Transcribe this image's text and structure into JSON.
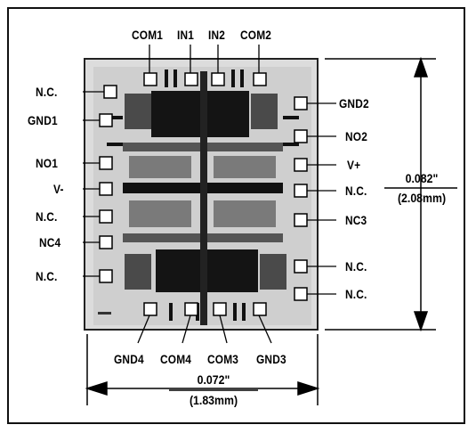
{
  "pins": {
    "top": [
      "COM1",
      "IN1",
      "IN2",
      "COM2"
    ],
    "left": [
      "N.C.",
      "GND1",
      "NO1",
      "V-",
      "N.C.",
      "NC4",
      "N.C."
    ],
    "right": [
      "GND2",
      "NO2",
      "V+",
      "N.C.",
      "NC3",
      "N.C.",
      "N.C."
    ],
    "bottom": [
      "GND4",
      "COM4",
      "COM3",
      "GND3"
    ]
  },
  "dimensions": {
    "height_in": "0.082\"",
    "height_mm": "(2.08mm)",
    "width_in": "0.072\"",
    "width_mm": "(1.83mm)"
  },
  "colors": {
    "line": "#000000",
    "die_background": "#e4e4e4",
    "die_dark": "#1a1a1a",
    "die_mid": "#6a6a6a"
  }
}
